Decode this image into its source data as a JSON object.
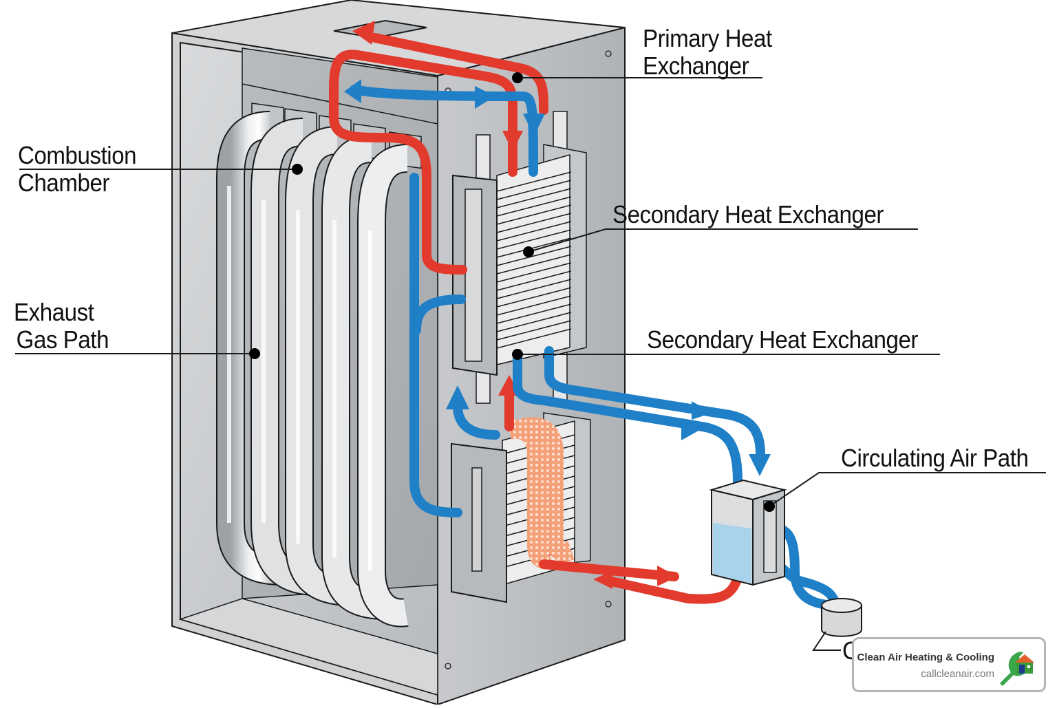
{
  "diagram": {
    "title": "Furnace heat exchanger cutaway diagram",
    "labels": {
      "primary_heat_exchanger": [
        "Primary Heat",
        "Exchanger"
      ],
      "combustion_chamber": [
        "Combustion",
        "Chamber"
      ],
      "exhaust_gas_path": [
        "Exhaust",
        "Gas Path"
      ],
      "secondary_heat_exchanger_1": "Secondary Heat Exchanger",
      "secondary_heat_exchanger_2": "Secondary Heat Exchanger",
      "circulating_air_path": "Circulating Air Path",
      "condensate_partial": "C"
    },
    "colors": {
      "hot_flow": "#e23a2c",
      "cool_flow": "#1f80c8",
      "metal": "#c9cbce",
      "outline": "#1a1a1a",
      "coil": "#f07a4a",
      "water": "#a9d3ea"
    },
    "components": {
      "burner_tubes": 5
    }
  },
  "badge": {
    "company": "Clean Air Heating & Cooling",
    "url": "callcleanair.com",
    "logo_icon": "wrench-house-logo-icon",
    "logo_colors": {
      "wrench": "#3aa64a",
      "roof": "#e0622a",
      "house": "#3a9a3e",
      "door": "#1f3c8c"
    }
  }
}
